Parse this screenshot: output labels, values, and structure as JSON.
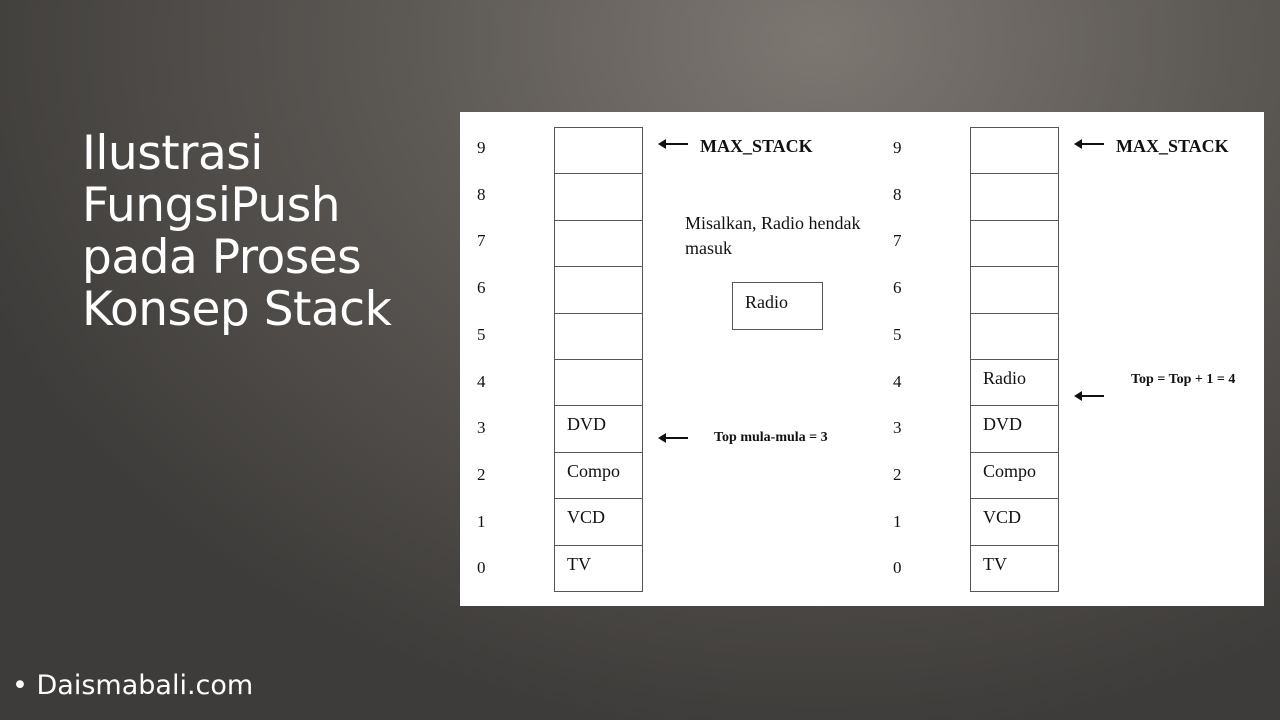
{
  "slide": {
    "title_lines": [
      "Ilustrasi",
      "FungsiPush",
      "pada Proses",
      "Konsep Stack"
    ],
    "footer": "• Daismabali.com"
  },
  "diagram": {
    "indices": [
      "9",
      "8",
      "7",
      "6",
      "5",
      "4",
      "3",
      "2",
      "1",
      "0"
    ],
    "before_stack": [
      "",
      "",
      "",
      "",
      "",
      "",
      "DVD",
      "Compo",
      "VCD",
      "TV"
    ],
    "after_stack": [
      "",
      "",
      "",
      "",
      "",
      "Radio",
      "DVD",
      "Compo",
      "VCD",
      "TV"
    ],
    "max_stack_label": "MAX_STACK",
    "note_line1": "Misalkan, Radio hendak",
    "note_line2": "masuk",
    "incoming_item": "Radio",
    "top_initial": "Top mula-mula = 3",
    "top_new": "Top = Top + 1 = 4"
  }
}
